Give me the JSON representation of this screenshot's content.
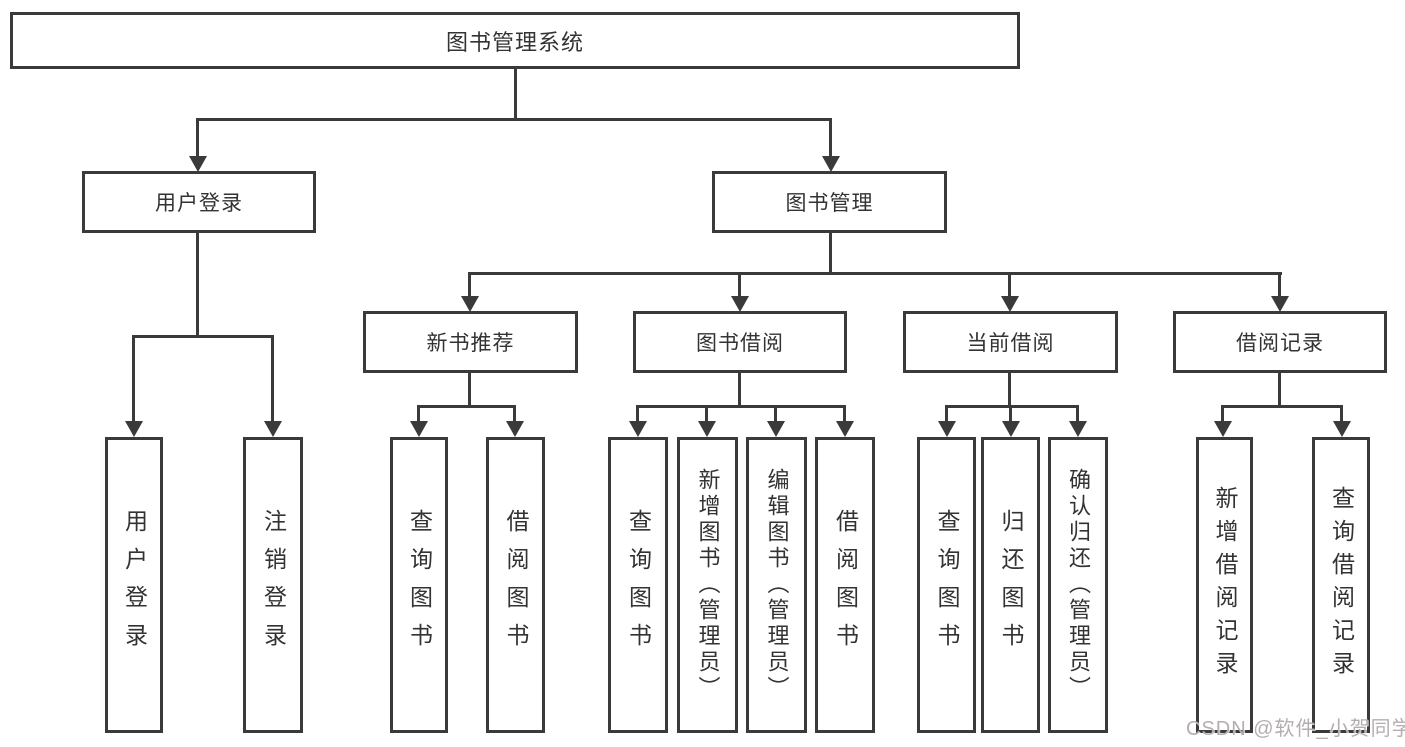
{
  "diagram": {
    "root": {
      "label": "图书管理系统"
    },
    "branches": [
      {
        "label": "用户登录",
        "children": [
          {
            "label": "用户登录"
          },
          {
            "label": "注销登录"
          }
        ]
      },
      {
        "label": "图书管理",
        "children": [
          {
            "label": "新书推荐",
            "children": [
              {
                "label": "查询图书"
              },
              {
                "label": "借阅图书"
              }
            ]
          },
          {
            "label": "图书借阅",
            "children": [
              {
                "label": "查询图书"
              },
              {
                "label": "新增图书（管理员）"
              },
              {
                "label": "编辑图书（管理员）"
              },
              {
                "label": "借阅图书"
              }
            ]
          },
          {
            "label": "当前借阅",
            "children": [
              {
                "label": "查询图书"
              },
              {
                "label": "归还图书"
              },
              {
                "label": "确认归还（管理员）"
              }
            ]
          },
          {
            "label": "借阅记录",
            "children": [
              {
                "label": "新增借阅记录"
              },
              {
                "label": "查询借阅记录"
              }
            ]
          }
        ]
      }
    ]
  },
  "watermark": {
    "text": "CSDN @软件_小贺同学"
  },
  "colors": {
    "line": "#3a3a3a",
    "text": "#333333",
    "canvas": "#ffffff",
    "watermark": "#b5aeae"
  }
}
